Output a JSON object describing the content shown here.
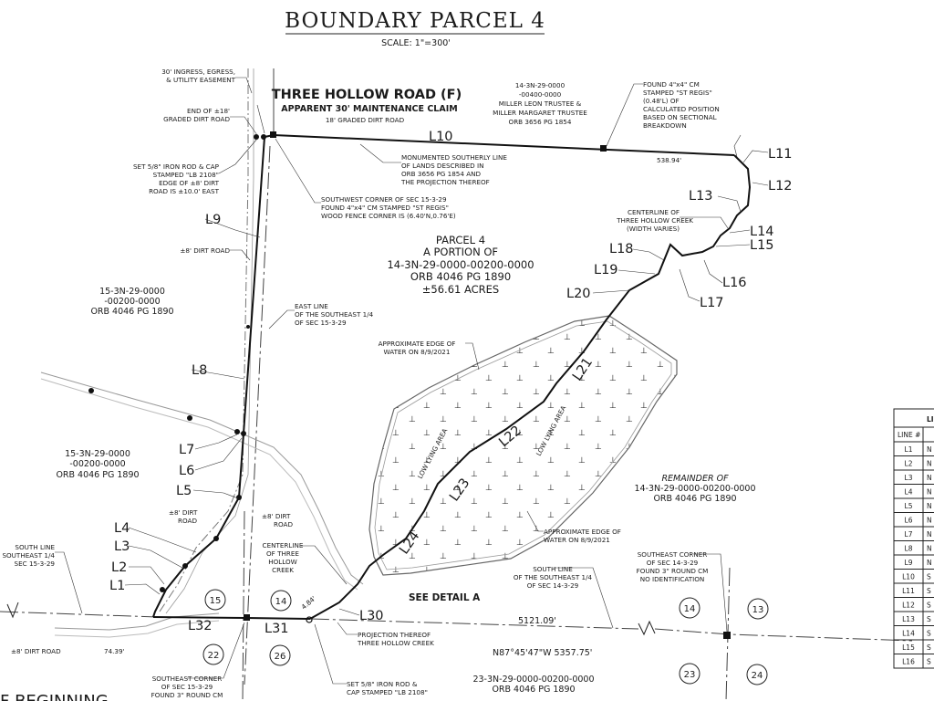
{
  "title": "BOUNDARY PARCEL 4",
  "scale": "SCALE: 1\"=300'",
  "road": {
    "name": "THREE HOLLOW ROAD (F)",
    "claim": "APPARENT 30' MAINTENANCE CLAIM",
    "width": "18' GRADED DIRT ROAD"
  },
  "easement": [
    "30' INGRESS, EGRESS,",
    "& UTILITY EASEMENT"
  ],
  "end_dirt": [
    "END OF ±18'",
    "GRADED DIRT ROAD"
  ],
  "iron_rod_set": [
    "SET 5/8\" IRON ROD & CAP",
    "STAMPED \"LB 2108\"",
    "EDGE OF ±8' DIRT",
    "ROAD IS ±10.0' EAST"
  ],
  "found_cm_ne": [
    "FOUND 4\"x4\" CM",
    "STAMPED \"ST REGIS\"",
    "(0.48'L) OF",
    "CALCULATED POSITION",
    "BASED ON SECTIONAL",
    "BREAKDOWN"
  ],
  "parcel_north": [
    "14-3N-29-0000",
    "-00400-0000",
    "MILLER LEON TRUSTEE &",
    "MILLER MARGARET TRUSTEE",
    "ORB 3656 PG 1854"
  ],
  "monumented": [
    "MONUMENTED SOUTHERLY LINE",
    "OF LANDS DESCRIBED IN",
    "ORB 3656 PG 1854 AND",
    "THE PROJECTION THEREOF"
  ],
  "sw_corner": [
    "SOUTHWEST CORNER OF SEC 15-3-29",
    "FOUND 4\"x4\" CM STAMPED \"ST REGIS\"",
    "WOOD FENCE CORNER IS (6.40'N,0.76'E)"
  ],
  "creek_cl": [
    "CENTERLINE OF",
    "THREE HOLLOW CREEK",
    "(WIDTH VARIES)"
  ],
  "parcel4": [
    "PARCEL 4",
    "A PORTION OF",
    "14-3N-29-0000-00200-0000",
    "ORB 4046 PG 1890",
    "±56.61 ACRES"
  ],
  "west_parcel_1": [
    "15-3N-29-0000",
    "-00200-0000",
    "ORB 4046 PG 1890"
  ],
  "west_parcel_2": [
    "15-3N-29-0000",
    "-00200-0000",
    "ORB 4046 PG 1890"
  ],
  "east_line": [
    "EAST LINE",
    "OF THE SOUTHEAST 1/4",
    "OF SEC 15-3-29"
  ],
  "dirt_road": "±8' DIRT ROAD",
  "dirt_road2": [
    "±8' DIRT",
    "ROAD"
  ],
  "dirt_road3": [
    "±8' DIRT",
    "ROAD"
  ],
  "dirt_road4": "±8' DIRT ROAD",
  "approx_water_1": [
    "APPROXIMATE EDGE OF",
    "WATER ON 8/9/2021"
  ],
  "approx_water_2": [
    "APPROXIMATE EDGE OF",
    "WATER ON 8/9/2021"
  ],
  "low_lying": "LOW LYING AREA",
  "remainder": [
    "REMAINDER OF",
    "14-3N-29-0000-00200-0000",
    "ORB 4046 PG 1890"
  ],
  "south_line_14": [
    "SOUTH LINE",
    "OF THE SOUTHEAST 1/4",
    "OF SEC 14-3-29"
  ],
  "se_corner_14": [
    "SOUTHEAST CORNER",
    "OF SEC 14-3-29",
    "FOUND 3\" ROUND CM",
    "NO IDENTIFICATION"
  ],
  "south_line_15": [
    "SOUTH LINE",
    "SOUTHEAST 1/4",
    "SEC 15-3-29"
  ],
  "creek_cl_sw": [
    "CENTERLINE",
    "OF THREE",
    "HOLLOW",
    "CREEK"
  ],
  "projection": [
    "PROJECTION THEREOF",
    "THREE HOLLOW CREEK"
  ],
  "iron_rod_south": [
    "SET 5/8\" IRON ROD &",
    "CAP STAMPED \"LB 2108\""
  ],
  "se_corner_15": [
    "SOUTHEAST CORNER",
    "OF SEC 15-3-29",
    "FOUND 3\" ROUND CM"
  ],
  "south_parcel": [
    "23-3N-29-0000-00200-0000",
    "ORB 4046 PG 1890"
  ],
  "see_detail": "SEE DETAIL A",
  "bearing": "N87°45'47\"W  5357.75'",
  "dist_south": "5121.09'",
  "dist_l10": "538.94'",
  "dist_7439": "74.39'",
  "dist_484": "4.84'",
  "pob": "F BEGINNING",
  "lines": [
    "L1",
    "L2",
    "L3",
    "L4",
    "L5",
    "L6",
    "L7",
    "L8",
    "L9",
    "L10",
    "L11",
    "L12",
    "L13",
    "L14",
    "L15",
    "L16",
    "L17",
    "L18",
    "L19",
    "L20",
    "L21",
    "L22",
    "L23",
    "L24",
    "L30",
    "L31",
    "L32"
  ],
  "sections": [
    "15",
    "14",
    "22",
    "26",
    "14",
    "13",
    "23",
    "24"
  ],
  "table": {
    "header": "LI",
    "col": "LINE #",
    "rows": [
      {
        "line": "L1",
        "b": "N"
      },
      {
        "line": "L2",
        "b": "N"
      },
      {
        "line": "L3",
        "b": "N"
      },
      {
        "line": "L4",
        "b": "N"
      },
      {
        "line": "L5",
        "b": "N"
      },
      {
        "line": "L6",
        "b": "N"
      },
      {
        "line": "L7",
        "b": "N"
      },
      {
        "line": "L8",
        "b": "N"
      },
      {
        "line": "L9",
        "b": "N"
      },
      {
        "line": "L10",
        "b": "S"
      },
      {
        "line": "L11",
        "b": "S"
      },
      {
        "line": "L12",
        "b": "S"
      },
      {
        "line": "L13",
        "b": "S"
      },
      {
        "line": "L14",
        "b": "S"
      },
      {
        "line": "L15",
        "b": "S"
      },
      {
        "line": "L16",
        "b": "S"
      }
    ]
  }
}
